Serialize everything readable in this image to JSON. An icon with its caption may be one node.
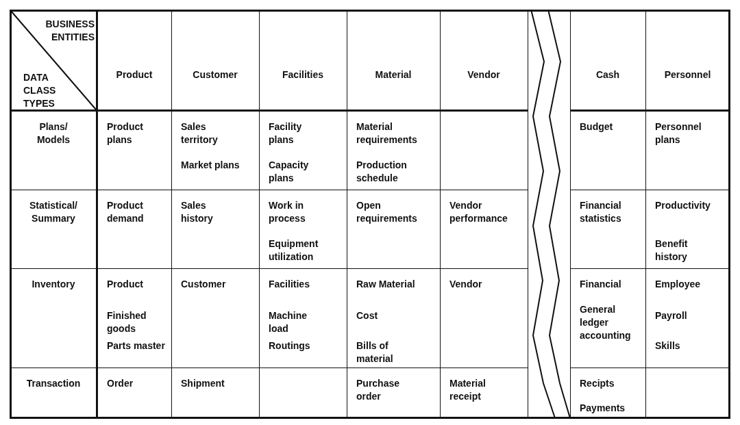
{
  "diagram": {
    "labels": [
      "BUSINESS ENTITIES",
      "DATA CLASS TYPES",
      "Product",
      "Customer",
      "Facilities",
      "Material",
      "Vendor",
      "Cash",
      "Personnel",
      "Plans/ Models",
      "Product plans",
      "Sales territory",
      "Market plans",
      "Facility plans",
      "Capacity plans",
      "Material requirements",
      "Production schedule",
      "Budget",
      "Personnel plans",
      "Statistical/ Summary",
      "Product demand",
      "Sales history",
      "Work in process",
      "Equipment utilization",
      "Open requirements",
      "Vendor performance",
      "Financial statistics",
      "Productivity",
      "Benefit history",
      "Inventory",
      "Product",
      "Finished goods",
      "Parts master",
      "Customer",
      "Facilities",
      "Machine load",
      "Routings",
      "Raw Material",
      "Cost",
      "Bills of material",
      "Vendor",
      "Financial",
      "General ledger accounting",
      "Employee",
      "Payroll",
      "Skills",
      "Transaction",
      "Order",
      "Shipment",
      "Purchase order",
      "Material receipt",
      "Recipts",
      "Payments"
    ]
  }
}
